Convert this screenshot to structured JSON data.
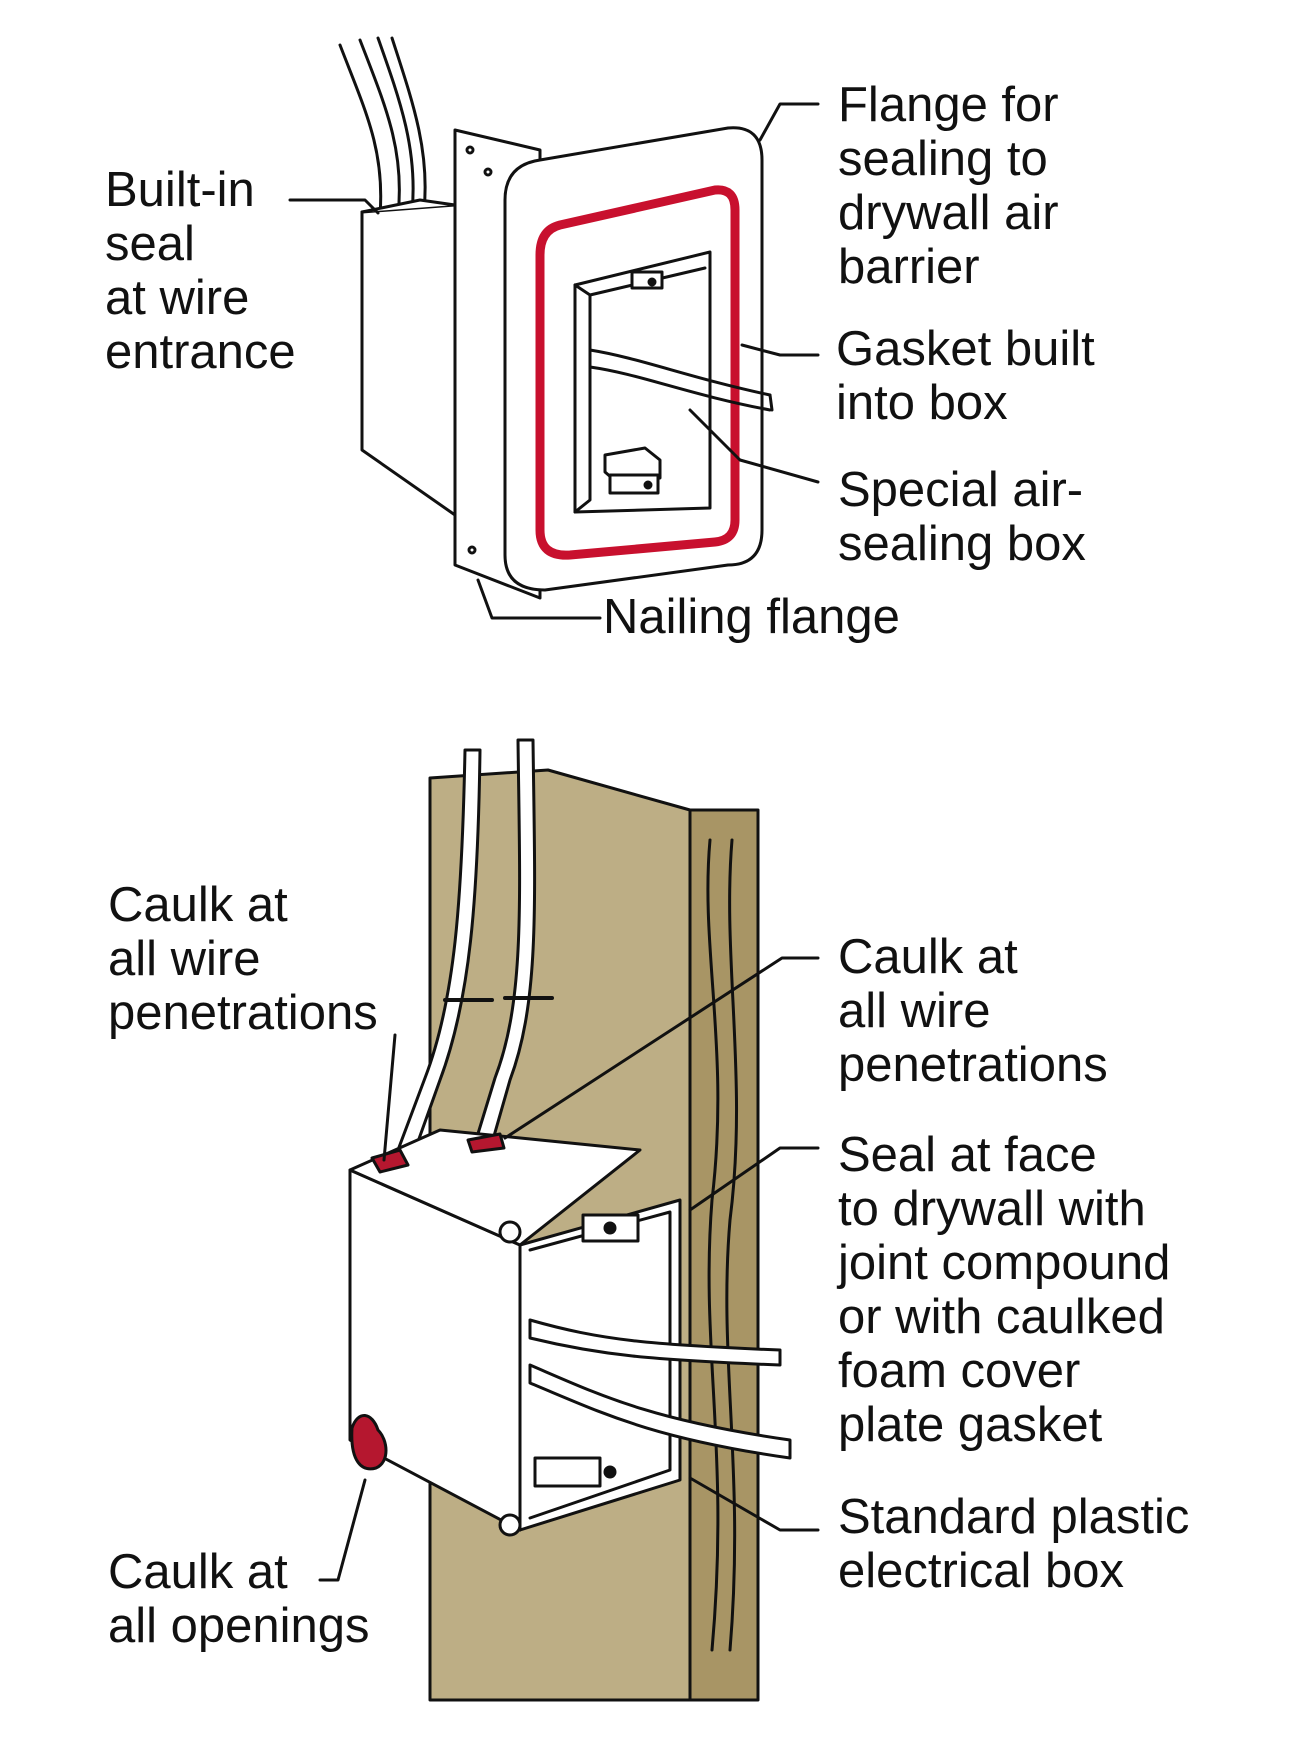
{
  "top_diagram": {
    "labels": {
      "wire_entrance": [
        "Built-in",
        "seal",
        "at wire",
        "entrance"
      ],
      "flange": [
        "Flange for",
        "sealing to",
        "drywall air",
        "barrier"
      ],
      "gasket": [
        "Gasket built",
        "into box"
      ],
      "special_box": [
        "Special air-",
        "sealing box"
      ],
      "nailing_flange": [
        "Nailing flange"
      ]
    }
  },
  "bottom_diagram": {
    "labels": {
      "caulk_wires_left": [
        "Caulk at",
        "all wire",
        "penetrations"
      ],
      "caulk_wires_right": [
        "Caulk at",
        "all wire",
        "penetrations"
      ],
      "seal_face": [
        "Seal at face",
        "to drywall with",
        "joint compound",
        "or with caulked",
        "foam cover",
        "plate gasket"
      ],
      "standard_box": [
        "Standard plastic",
        "electrical box"
      ],
      "caulk_openings": [
        "Caulk at",
        "all openings"
      ]
    }
  },
  "colors": {
    "gasket_red": "#c8102e",
    "caulk_red": "#b5172f",
    "stud_face": "#bdae85",
    "stud_side": "#a89565",
    "line": "#111111",
    "box_fill": "#ffffff"
  }
}
